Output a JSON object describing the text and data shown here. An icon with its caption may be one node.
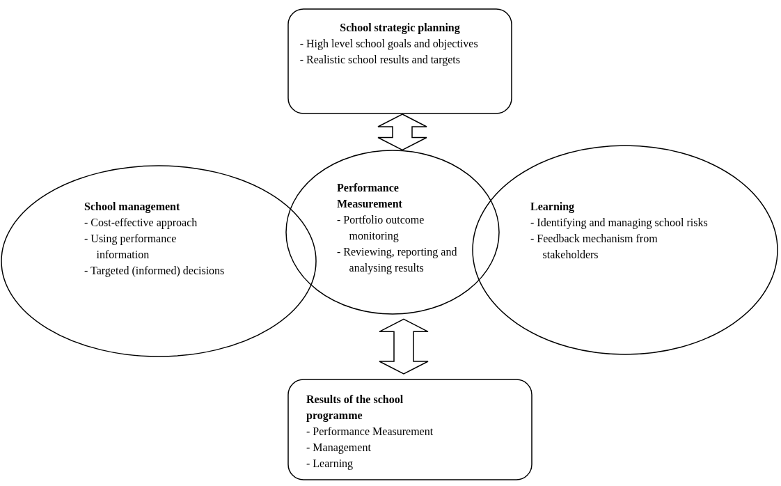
{
  "diagram": {
    "nodes": [
      {
        "text": [
          "School strategic planning",
          "- High level school goals and objectives",
          "- Realistic school results and targets"
        ]
      },
      {
        "text": [
          "School management",
          "-  Cost-effective approach",
          "-  Using performance information",
          "- Targeted (informed) decisions"
        ]
      },
      {
        "text": [
          "Performance Measurement",
          "-  Portfolio outcome monitoring",
          "- Reviewing, reporting and analysing results"
        ]
      },
      {
        "text": [
          "Learning",
          "-  Identifying and managing school risks",
          "-  Feedback mechanism from stakeholders"
        ]
      },
      {
        "text": [
          "Results of the school programme",
          "-  Performance Measurement",
          "-  Management",
          "-  Learning"
        ]
      }
    ],
    "edges": [
      {
        "from": 0,
        "to": 2,
        "arrow": "both"
      },
      {
        "from": 2,
        "to": 4,
        "arrow": "both"
      }
    ]
  }
}
